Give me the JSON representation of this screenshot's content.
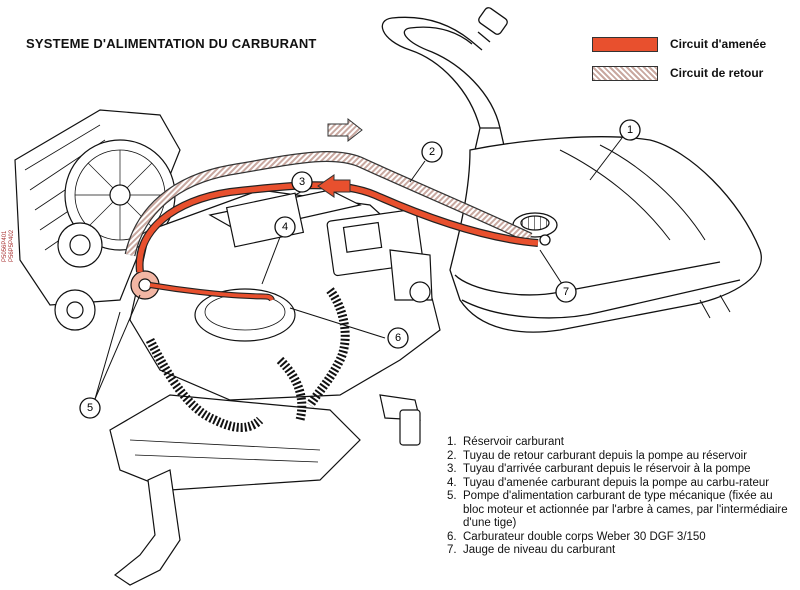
{
  "title": "SYSTEME D'ALIMENTATION DU CARBURANT",
  "side_code": "P5056P401 P56P5P402",
  "legend": {
    "feed": {
      "label": "Circuit d'amenée",
      "color": "#e8502e"
    },
    "return": {
      "label": "Circuit de retour",
      "color": "#c9a8a0"
    }
  },
  "callouts": [
    "1",
    "2",
    "3",
    "4",
    "5",
    "6",
    "7"
  ],
  "parts": [
    {
      "num": "1.",
      "text": "Réservoir carburant"
    },
    {
      "num": "2.",
      "text": "Tuyau de retour carburant depuis la pompe au réservoir"
    },
    {
      "num": "3.",
      "text": "Tuyau d'arrivée carburant depuis le réservoir à la pompe"
    },
    {
      "num": "4.",
      "text": "Tuyau d'amenée carburant depuis la pompe au carbu-rateur"
    },
    {
      "num": "5.",
      "text": "Pompe d'alimentation carburant de type mécanique (fixée au bloc moteur et actionnée par l'arbre à cames, par l'intermédiaire d'une tige)"
    },
    {
      "num": "6.",
      "text": "Carburateur double corps Weber 30 DGF 3/150"
    },
    {
      "num": "7.",
      "text": "Jauge de niveau du carburant"
    }
  ]
}
